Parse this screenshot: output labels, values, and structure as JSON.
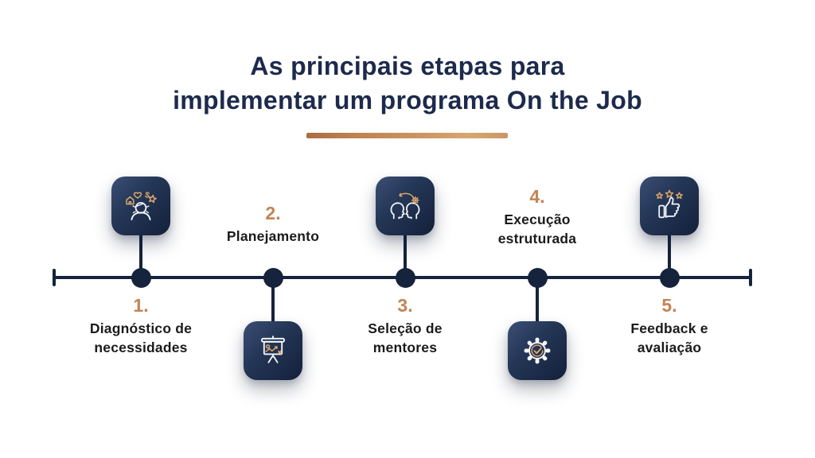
{
  "title": {
    "line1": "As principais etapas para",
    "line2": "implementar um programa On the Job"
  },
  "steps": [
    {
      "number": "1.",
      "label_line1": "Diagnóstico de",
      "label_line2": "necessidades",
      "icon": "person-needs-icon",
      "icon_position": "above"
    },
    {
      "number": "2.",
      "label_line1": "Planejamento",
      "label_line2": "",
      "icon": "presentation-strategy-icon",
      "icon_position": "below"
    },
    {
      "number": "3.",
      "label_line1": "Seleção de",
      "label_line2": "mentores",
      "icon": "mentor-exchange-icon",
      "icon_position": "above"
    },
    {
      "number": "4.",
      "label_line1": "Execução",
      "label_line2": "estruturada",
      "icon": "gear-check-icon",
      "icon_position": "below"
    },
    {
      "number": "5.",
      "label_line1": "Feedback e",
      "label_line2": "avaliação",
      "icon": "thumbs-up-stars-icon",
      "icon_position": "above"
    }
  ],
  "colors": {
    "background": "#ffffff",
    "title_navy": "#1d2a4c",
    "timeline_navy": "#16233c",
    "label_text": "#1b1b1d",
    "number_gold": "#c28355",
    "icon_gold": "#dba569",
    "icon_stroke_white": "#f4f6fa",
    "divider_gradient": [
      "#a96e43",
      "#d7a673"
    ]
  }
}
